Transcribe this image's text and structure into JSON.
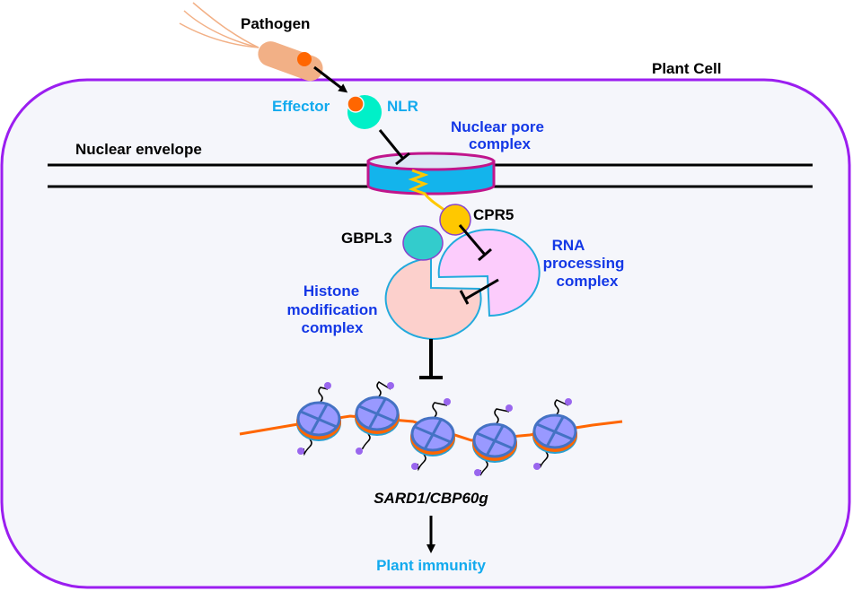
{
  "labels": {
    "pathogen": "Pathogen",
    "plant_cell": "Plant Cell",
    "effector": "Effector",
    "nlr": "NLR",
    "nuclear_pore_line1": "Nuclear pore",
    "nuclear_pore_line2": "complex",
    "nuclear_envelope": "Nuclear envelope",
    "cpr5": "CPR5",
    "gbpl3": "GBPL3",
    "rna_line1": "RNA",
    "rna_line2": "processing",
    "rna_line3": "complex",
    "histone_line1": "Histone",
    "histone_line2": "modification",
    "histone_line3": "complex",
    "gene": "SARD1/CBP60g",
    "outcome": "Plant immunity"
  },
  "colors": {
    "cell_border": "#9b1ef0",
    "cell_fill": "#f5f6fb",
    "pathogen_body": "#f2b086",
    "effector": "#ff6600",
    "nlr": "#00f0c8",
    "pore_fill": "#13b4ec",
    "pore_border": "#c0158c",
    "cpr5": "#ffc800",
    "gbpl3": "#33cccc",
    "histone_complex": "#fcd0cc",
    "rna_complex": "#fcccfc",
    "nucleosome": "#9999ff",
    "dna": "#ff6600",
    "cyan_text": "#12aaee",
    "blue_text": "#1438e6"
  },
  "nucleosome_count": 5
}
